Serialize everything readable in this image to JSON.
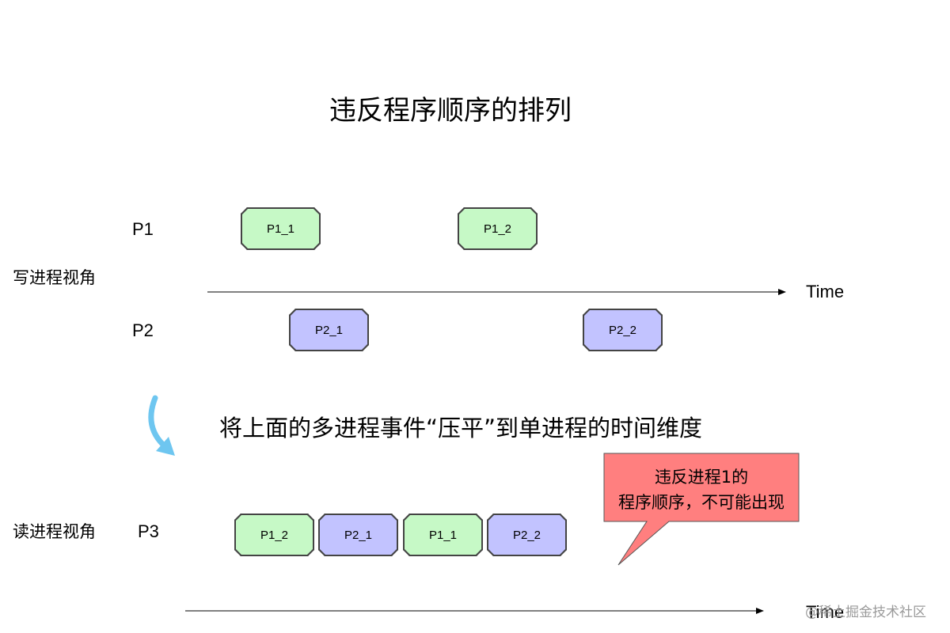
{
  "title": "违反程序顺序的排列",
  "write_view": {
    "label": "写进程视角",
    "processes": [
      {
        "name": "P1",
        "events": [
          "P1_1",
          "P1_2"
        ]
      },
      {
        "name": "P2",
        "events": [
          "P2_1",
          "P2_2"
        ]
      }
    ],
    "time_label": "Time"
  },
  "flatten_caption": "将上面的多进程事件“压平”到单进程的时间维度",
  "read_view": {
    "label": "读进程视角",
    "process": "P3",
    "events": [
      "P1_2",
      "P2_1",
      "P1_1",
      "P2_2"
    ],
    "time_label": "Time"
  },
  "callout": {
    "line1": "违反进程1的",
    "line2": "程序顺序，不可能出现"
  },
  "watermark": "@稀土掘金技术社区",
  "colors": {
    "p1_event_fill": "#c6f9c6",
    "p2_event_fill": "#c2c3ff",
    "callout_fill": "#ff7f7f",
    "arrow_blue": "#6ec6f0"
  }
}
